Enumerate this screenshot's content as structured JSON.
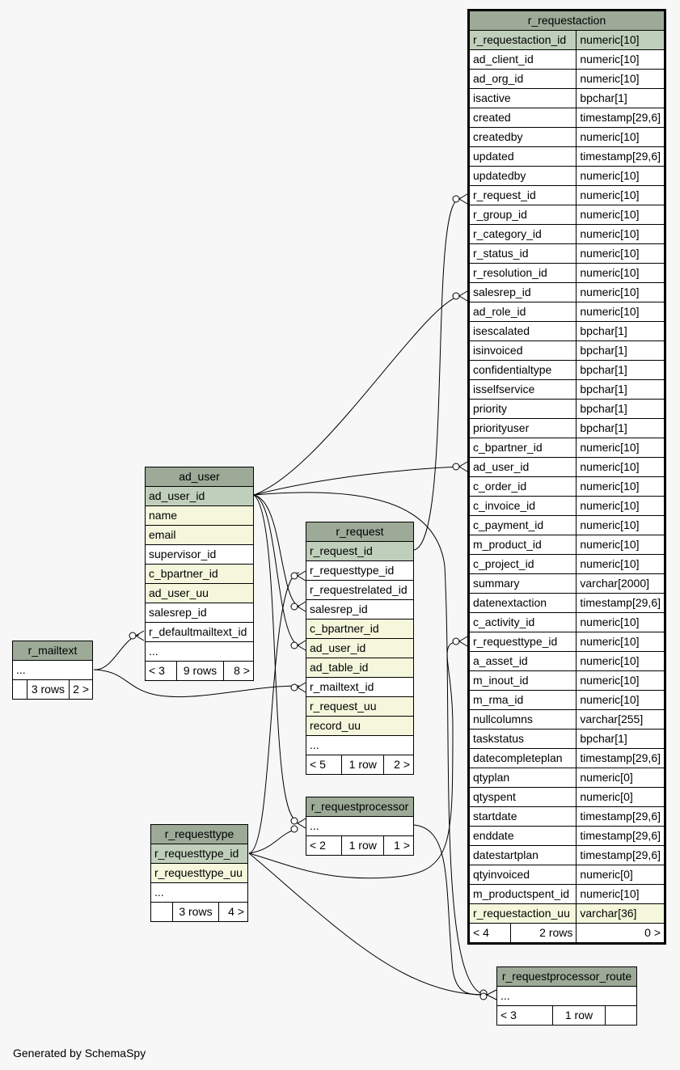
{
  "footer": "Generated by SchemaSpy",
  "tables": {
    "r_requestaction": {
      "title": "r_requestaction",
      "rows": [
        [
          "r_requestaction_id",
          "numeric[10]"
        ],
        [
          "ad_client_id",
          "numeric[10]"
        ],
        [
          "ad_org_id",
          "numeric[10]"
        ],
        [
          "isactive",
          "bpchar[1]"
        ],
        [
          "created",
          "timestamp[29,6]"
        ],
        [
          "createdby",
          "numeric[10]"
        ],
        [
          "updated",
          "timestamp[29,6]"
        ],
        [
          "updatedby",
          "numeric[10]"
        ],
        [
          "r_request_id",
          "numeric[10]"
        ],
        [
          "r_group_id",
          "numeric[10]"
        ],
        [
          "r_category_id",
          "numeric[10]"
        ],
        [
          "r_status_id",
          "numeric[10]"
        ],
        [
          "r_resolution_id",
          "numeric[10]"
        ],
        [
          "salesrep_id",
          "numeric[10]"
        ],
        [
          "ad_role_id",
          "numeric[10]"
        ],
        [
          "isescalated",
          "bpchar[1]"
        ],
        [
          "isinvoiced",
          "bpchar[1]"
        ],
        [
          "confidentialtype",
          "bpchar[1]"
        ],
        [
          "isselfservice",
          "bpchar[1]"
        ],
        [
          "priority",
          "bpchar[1]"
        ],
        [
          "priorityuser",
          "bpchar[1]"
        ],
        [
          "c_bpartner_id",
          "numeric[10]"
        ],
        [
          "ad_user_id",
          "numeric[10]"
        ],
        [
          "c_order_id",
          "numeric[10]"
        ],
        [
          "c_invoice_id",
          "numeric[10]"
        ],
        [
          "c_payment_id",
          "numeric[10]"
        ],
        [
          "m_product_id",
          "numeric[10]"
        ],
        [
          "c_project_id",
          "numeric[10]"
        ],
        [
          "summary",
          "varchar[2000]"
        ],
        [
          "datenextaction",
          "timestamp[29,6]"
        ],
        [
          "c_activity_id",
          "numeric[10]"
        ],
        [
          "r_requesttype_id",
          "numeric[10]"
        ],
        [
          "a_asset_id",
          "numeric[10]"
        ],
        [
          "m_inout_id",
          "numeric[10]"
        ],
        [
          "m_rma_id",
          "numeric[10]"
        ],
        [
          "nullcolumns",
          "varchar[255]"
        ],
        [
          "taskstatus",
          "bpchar[1]"
        ],
        [
          "datecompleteplan",
          "timestamp[29,6]"
        ],
        [
          "qtyplan",
          "numeric[0]"
        ],
        [
          "qtyspent",
          "numeric[0]"
        ],
        [
          "startdate",
          "timestamp[29,6]"
        ],
        [
          "enddate",
          "timestamp[29,6]"
        ],
        [
          "datestartplan",
          "timestamp[29,6]"
        ],
        [
          "qtyinvoiced",
          "numeric[0]"
        ],
        [
          "m_productspent_id",
          "numeric[10]"
        ],
        [
          "r_requestaction_uu",
          "varchar[36]"
        ]
      ],
      "footer": [
        "< 4",
        "2 rows",
        "0 >"
      ]
    },
    "ad_user": {
      "title": "ad_user",
      "rows": [
        "ad_user_id",
        "name",
        "email",
        "supervisor_id",
        "c_bpartner_id",
        "ad_user_uu",
        "salesrep_id",
        "r_defaultmailtext_id",
        "..."
      ],
      "footer": [
        "< 3",
        "9 rows",
        "8 >"
      ]
    },
    "r_request": {
      "title": "r_request",
      "rows": [
        "r_request_id",
        "r_requesttype_id",
        "r_requestrelated_id",
        "salesrep_id",
        "c_bpartner_id",
        "ad_user_id",
        "ad_table_id",
        "r_mailtext_id",
        "r_request_uu",
        "record_uu",
        "..."
      ],
      "footer": [
        "< 5",
        "1 row",
        "2 >"
      ]
    },
    "r_mailtext": {
      "title": "r_mailtext",
      "rows": [
        "..."
      ],
      "footer": [
        "",
        "3 rows",
        "2 >"
      ]
    },
    "r_requestprocessor": {
      "title": "r_requestprocessor",
      "rows": [
        "..."
      ],
      "footer": [
        "< 2",
        "1 row",
        "1 >"
      ]
    },
    "r_requesttype": {
      "title": "r_requesttype",
      "rows": [
        "r_requesttype_id",
        "r_requesttype_uu",
        "..."
      ],
      "footer": [
        "",
        "3 rows",
        "4 >"
      ]
    },
    "r_requestprocessor_route": {
      "title": "r_requestprocessor_route",
      "rows": [
        "..."
      ],
      "footer": [
        "< 3",
        "1 row",
        ""
      ]
    }
  }
}
